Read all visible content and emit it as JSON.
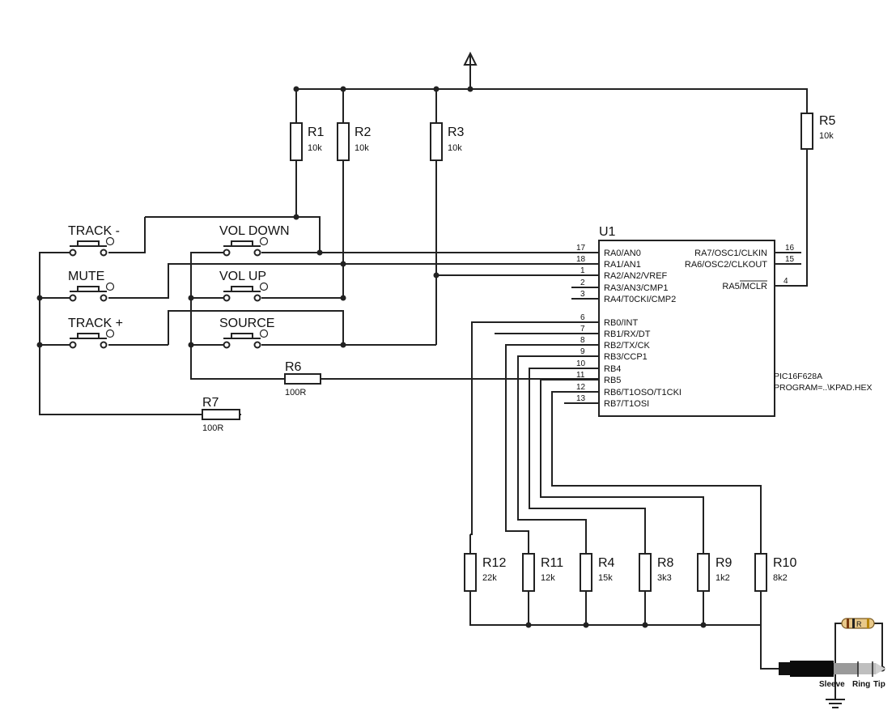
{
  "resistors": [
    {
      "id": "r1",
      "ref": "R1",
      "value": "10k"
    },
    {
      "id": "r2",
      "ref": "R2",
      "value": "10k"
    },
    {
      "id": "r3",
      "ref": "R3",
      "value": "10k"
    },
    {
      "id": "r5",
      "ref": "R5",
      "value": "10k"
    },
    {
      "id": "r6",
      "ref": "R6",
      "value": "100R"
    },
    {
      "id": "r7",
      "ref": "R7",
      "value": "100R"
    },
    {
      "id": "r12",
      "ref": "R12",
      "value": "22k"
    },
    {
      "id": "r11",
      "ref": "R11",
      "value": "12k"
    },
    {
      "id": "r4",
      "ref": "R4",
      "value": "15k"
    },
    {
      "id": "r8",
      "ref": "R8",
      "value": "3k3"
    },
    {
      "id": "r9",
      "ref": "R9",
      "value": "1k2"
    },
    {
      "id": "r10",
      "ref": "R10",
      "value": "8k2"
    }
  ],
  "switches": [
    {
      "id": "track-minus",
      "label": "TRACK -"
    },
    {
      "id": "mute",
      "label": "MUTE"
    },
    {
      "id": "track-plus",
      "label": "TRACK +"
    },
    {
      "id": "vol-down",
      "label": "VOL DOWN"
    },
    {
      "id": "vol-up",
      "label": "VOL UP"
    },
    {
      "id": "source",
      "label": "SOURCE"
    }
  ],
  "ic": {
    "ref": "U1",
    "part": "PIC16F628A",
    "program": "PROGRAM=..\\KPAD.HEX",
    "left_pins": [
      {
        "num": "17",
        "name": "RA0/AN0"
      },
      {
        "num": "18",
        "name": "RA1/AN1"
      },
      {
        "num": "1",
        "name": "RA2/AN2/VREF"
      },
      {
        "num": "2",
        "name": "RA3/AN3/CMP1"
      },
      {
        "num": "3",
        "name": "RA4/T0CKI/CMP2"
      },
      {
        "num": "6",
        "name": "RB0/INT"
      },
      {
        "num": "7",
        "name": "RB1/RX/DT"
      },
      {
        "num": "8",
        "name": "RB2/TX/CK"
      },
      {
        "num": "9",
        "name": "RB3/CCP1"
      },
      {
        "num": "10",
        "name": "RB4"
      },
      {
        "num": "11",
        "name": "RB5"
      },
      {
        "num": "12",
        "name": "RB6/T1OSO/T1CKI"
      },
      {
        "num": "13",
        "name": "RB7/T1OSI"
      }
    ],
    "right_pins": [
      {
        "num": "16",
        "name": "RA7/OSC1/CLKIN"
      },
      {
        "num": "15",
        "name": "RA6/OSC2/CLKOUT"
      },
      {
        "num": "4",
        "name": "RA5/MCLR"
      }
    ]
  },
  "jack": {
    "sleeve": "Sleeve",
    "ring": "Ring",
    "tip": "Tip",
    "resistor_mark": "R"
  }
}
